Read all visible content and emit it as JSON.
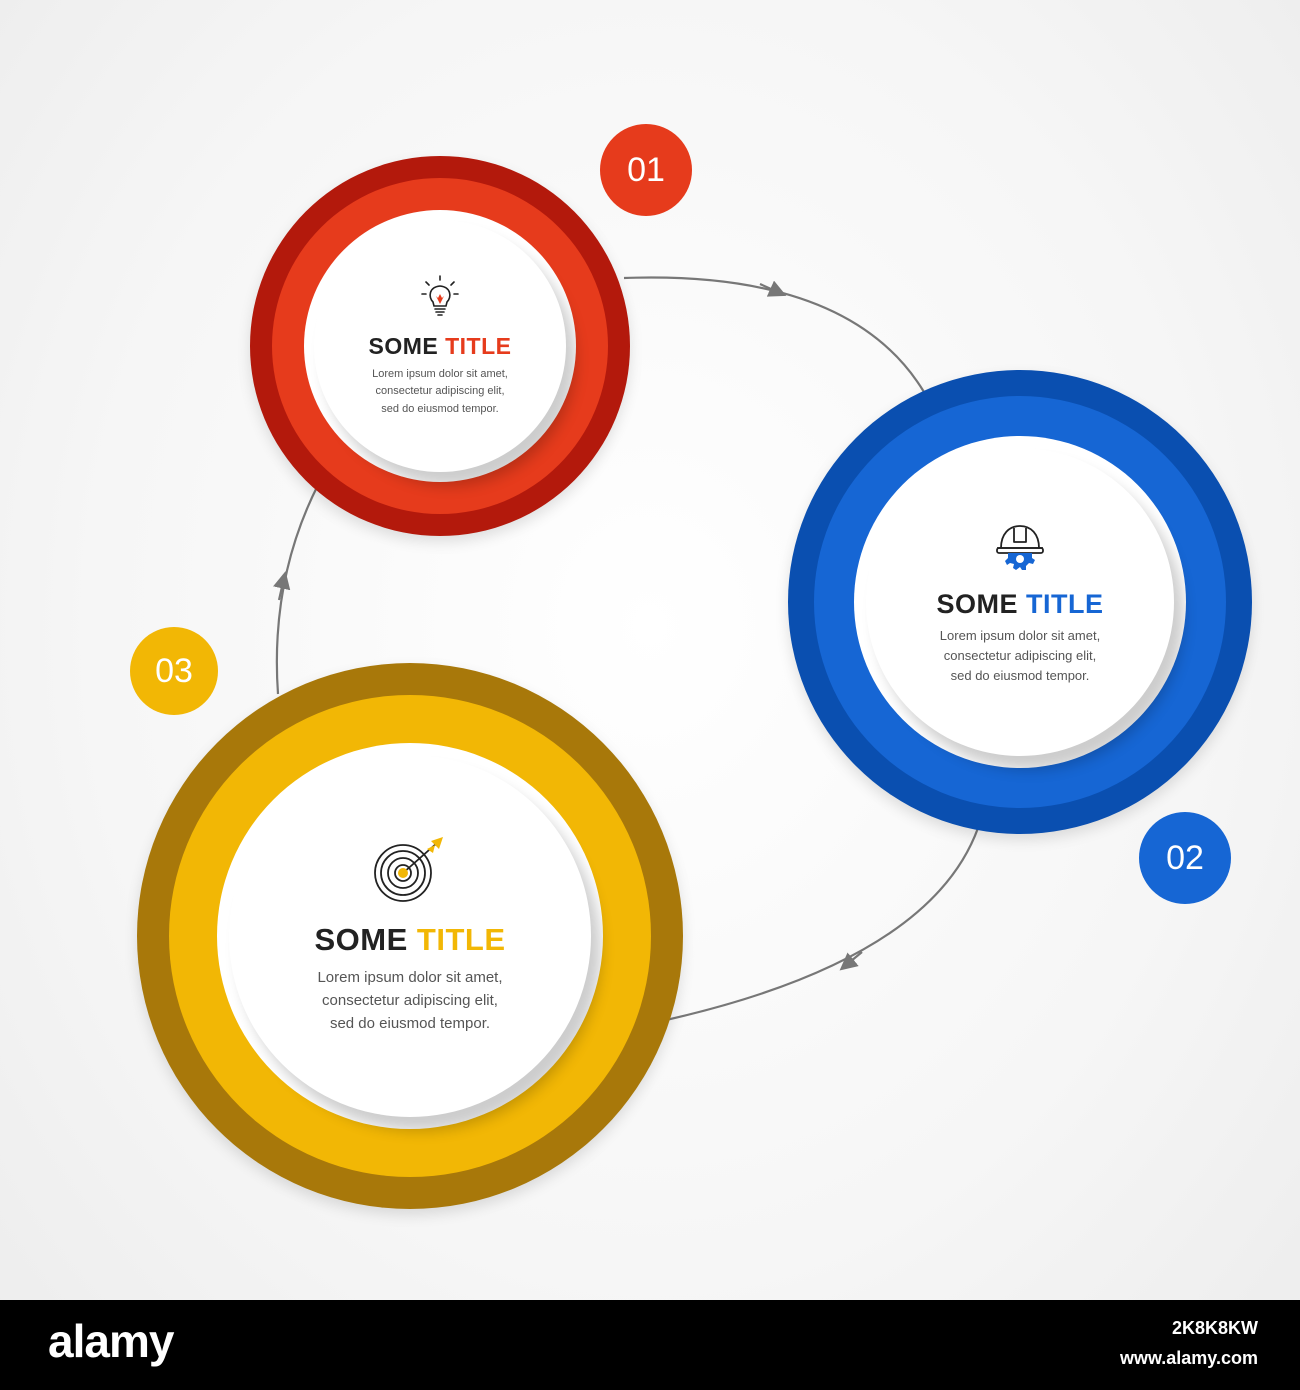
{
  "steps": [
    {
      "number": "01",
      "title_part1": "SOME",
      "title_part2": "TITLE",
      "desc": [
        "Lorem ipsum dolor sit amet,",
        "consectetur adipiscing elit,",
        "sed do eiusmod tempor."
      ],
      "icon": "lightbulb-icon",
      "accent": "#e63b1c",
      "dark": "#b3190c"
    },
    {
      "number": "02",
      "title_part1": "SOME",
      "title_part2": "TITLE",
      "desc": [
        "Lorem ipsum dolor sit amet,",
        "consectetur adipiscing elit,",
        "sed do eiusmod tempor."
      ],
      "icon": "hardhat-gear-icon",
      "accent": "#1666d4",
      "dark": "#0a4fb0"
    },
    {
      "number": "03",
      "title_part1": "SOME",
      "title_part2": "TITLE",
      "desc": [
        "Lorem ipsum dolor sit amet,",
        "consectetur adipiscing elit,",
        "sed do eiusmod tempor."
      ],
      "icon": "target-arrow-icon",
      "accent": "#f2b705",
      "dark": "#a8780a"
    }
  ],
  "connector_color": "#777777",
  "footer": {
    "brand": "alamy",
    "stock_id": "2K8K8KW",
    "site": "www.alamy.com"
  }
}
